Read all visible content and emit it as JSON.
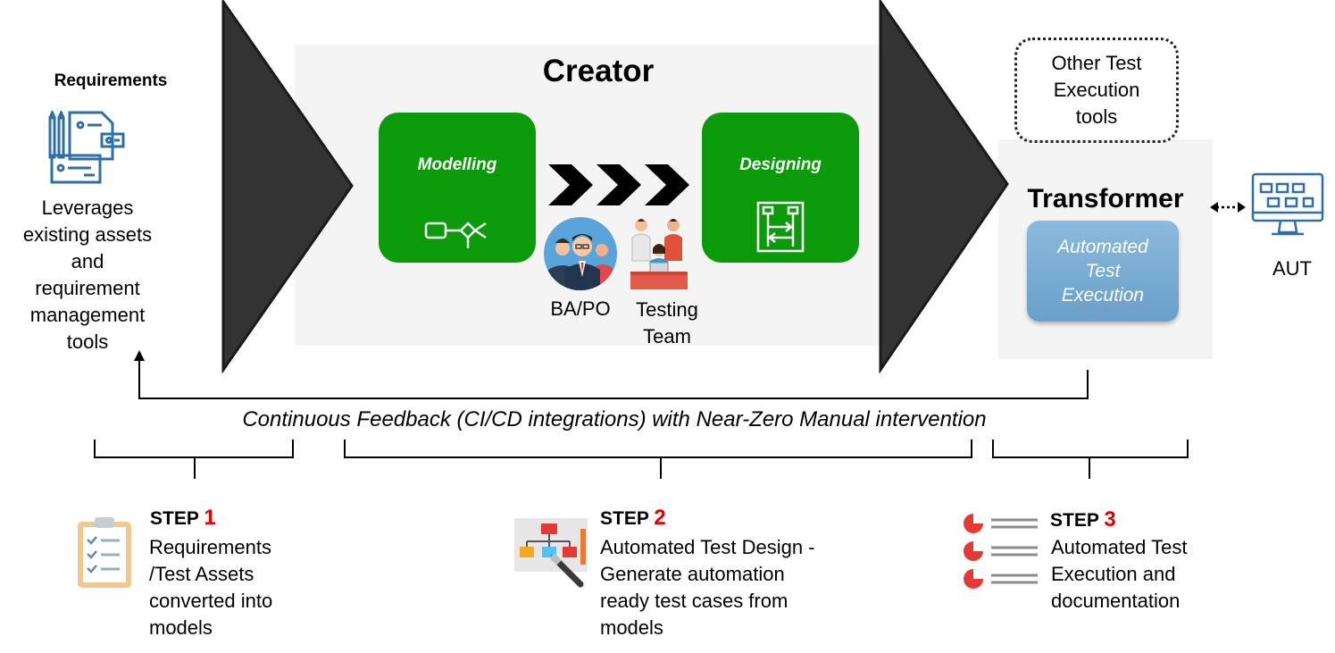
{
  "requirements": {
    "heading": "Requirements",
    "icon": "requirements-document-icon",
    "description": "Leverages existing assets and requirement management tools"
  },
  "creator": {
    "title": "Creator",
    "modelling_label": "Modelling",
    "designing_label": "Designing",
    "ba_po_label": "BA/PO",
    "testing_team_label": "Testing Team"
  },
  "other_tools": {
    "label": "Other Test Execution tools"
  },
  "transformer": {
    "title": "Transformer",
    "execution_label": "Automated Test Execution"
  },
  "aut": {
    "label": "AUT",
    "icon": "monitor-app-icon"
  },
  "feedback": {
    "label": "Continuous Feedback (CI/CD integrations) with Near-Zero Manual intervention"
  },
  "steps": [
    {
      "prefix": "STEP ",
      "number": "1",
      "description": "Requirements /Test Assets converted into models",
      "icon": "clipboard-checklist-icon"
    },
    {
      "prefix": "STEP ",
      "number": "2",
      "description": "Automated Test Design  - Generate automation ready test cases from models",
      "icon": "flowchart-design-icon"
    },
    {
      "prefix": "STEP ",
      "number": "3",
      "description": "Automated Test Execution and documentation",
      "icon": "report-list-icon"
    }
  ],
  "colors": {
    "green": "#0a9a0a",
    "dark_arrow": "#333333",
    "step_number": "#e00000",
    "execution_blue": "#7fb0d4"
  }
}
